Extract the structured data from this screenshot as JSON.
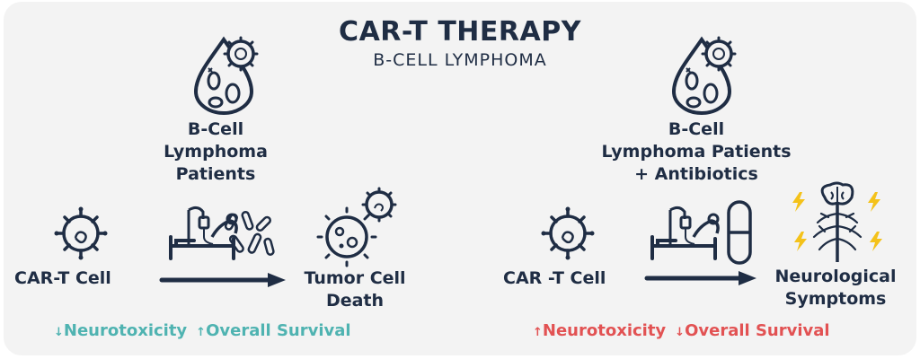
{
  "title": "CAR-T THERAPY",
  "subtitle": "B-CELL LYMPHOMA",
  "left_panel": {
    "patients_lines": [
      "B-Cell",
      "Lymphoma",
      "Patients"
    ],
    "source_label": "CAR-T Cell",
    "result_lines": [
      "Tumor Cell",
      "Death"
    ],
    "outcomes": [
      {
        "arrow": "↓",
        "text": "Neurotoxicity"
      },
      {
        "arrow": "↑",
        "text": "Overall Survival"
      }
    ]
  },
  "right_panel": {
    "patients_lines": [
      "B-Cell",
      "Lymphoma Patients",
      "+ Antibiotics"
    ],
    "source_label": "CAR -T Cell",
    "result_lines": [
      "Neurological",
      "Symptoms"
    ],
    "outcomes": [
      {
        "arrow": "↑",
        "text": "Neurotoxicity"
      },
      {
        "arrow": "↓",
        "text": "Overall Survival"
      }
    ]
  },
  "icons": [
    "blood-drop-icon",
    "virus-cell-icon",
    "hospital-bed-icon",
    "bacteria-icon",
    "tumor-cell-icon",
    "pill-capsule-icon",
    "brain-nerves-icon",
    "lightning-icon"
  ],
  "colors": {
    "navy": "#1f2d44",
    "teal": "#4fb3b1",
    "red": "#e25253",
    "lightning": "#f4c21a",
    "background": "#f3f3f3"
  }
}
